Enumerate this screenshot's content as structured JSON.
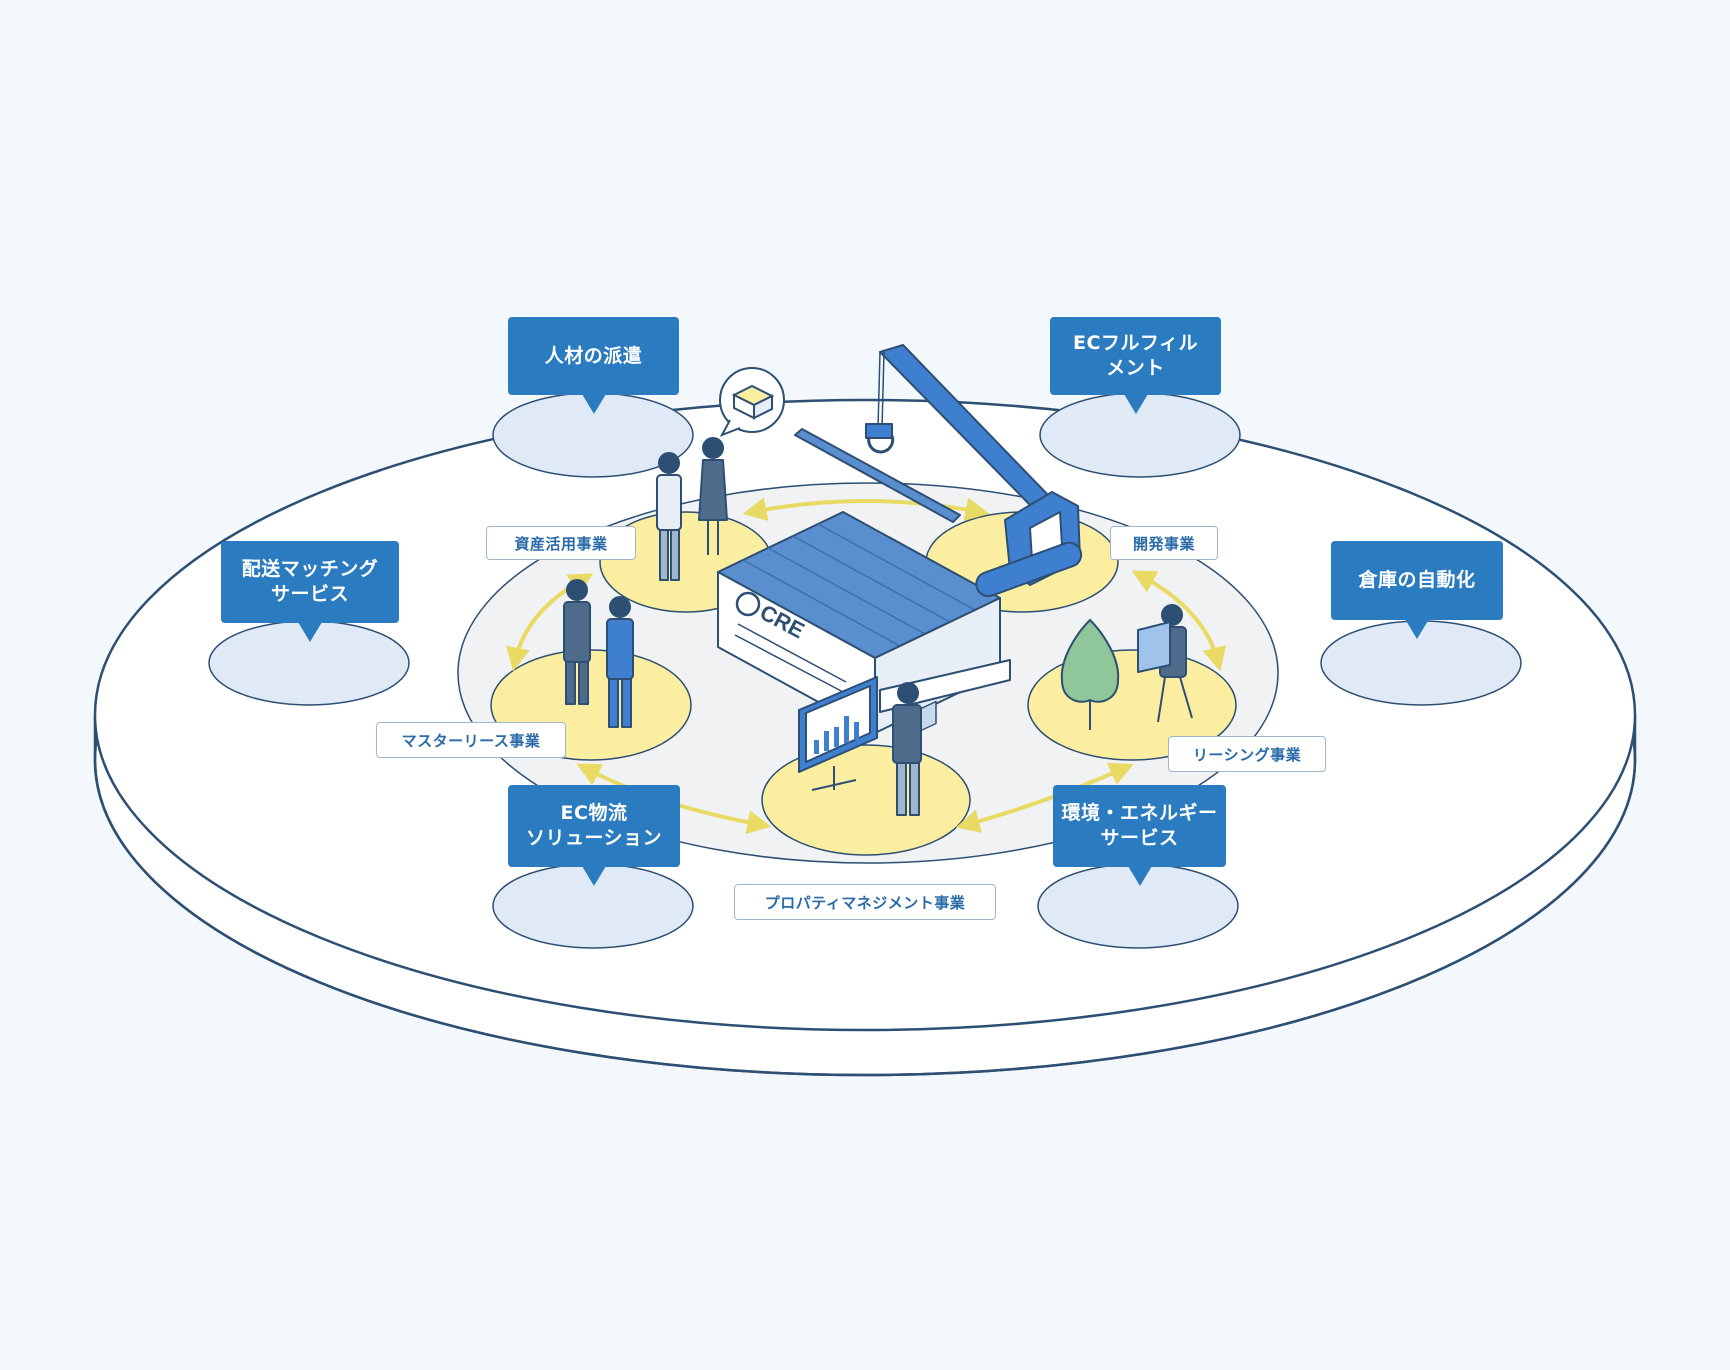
{
  "logo_text": "CRE",
  "services": [
    {
      "id": "hr",
      "label": "人材の派遣"
    },
    {
      "id": "ecf",
      "label": "ECフルフィル\nメント"
    },
    {
      "id": "delivery",
      "label": "配送マッチング\nサービス"
    },
    {
      "id": "automation",
      "label": "倉庫の自動化"
    },
    {
      "id": "eclog",
      "label": "EC物流\nソリューション"
    },
    {
      "id": "energy",
      "label": "環境・エネルギー\nサービス"
    }
  ],
  "businesses": [
    {
      "id": "asset",
      "label": "資産活用事業"
    },
    {
      "id": "dev",
      "label": "開発事業"
    },
    {
      "id": "master",
      "label": "マスターリース事業"
    },
    {
      "id": "leasing",
      "label": "リーシング事業"
    },
    {
      "id": "pm",
      "label": "プロパティマネジメント事業"
    }
  ],
  "colors": {
    "background": "#f3f8fc",
    "platform_outline": "#2c4f73",
    "service_box": "#2a7bbf",
    "service_pad": "#dfeaf6",
    "business_pad": "#fbeea0",
    "inner_ring": "#f0f2f3",
    "arrow": "#e8da63"
  },
  "icons": [
    "crane-icon",
    "warehouse-icon",
    "chart-board-icon",
    "tree-icon",
    "package-bubble-icon",
    "people-figures"
  ]
}
